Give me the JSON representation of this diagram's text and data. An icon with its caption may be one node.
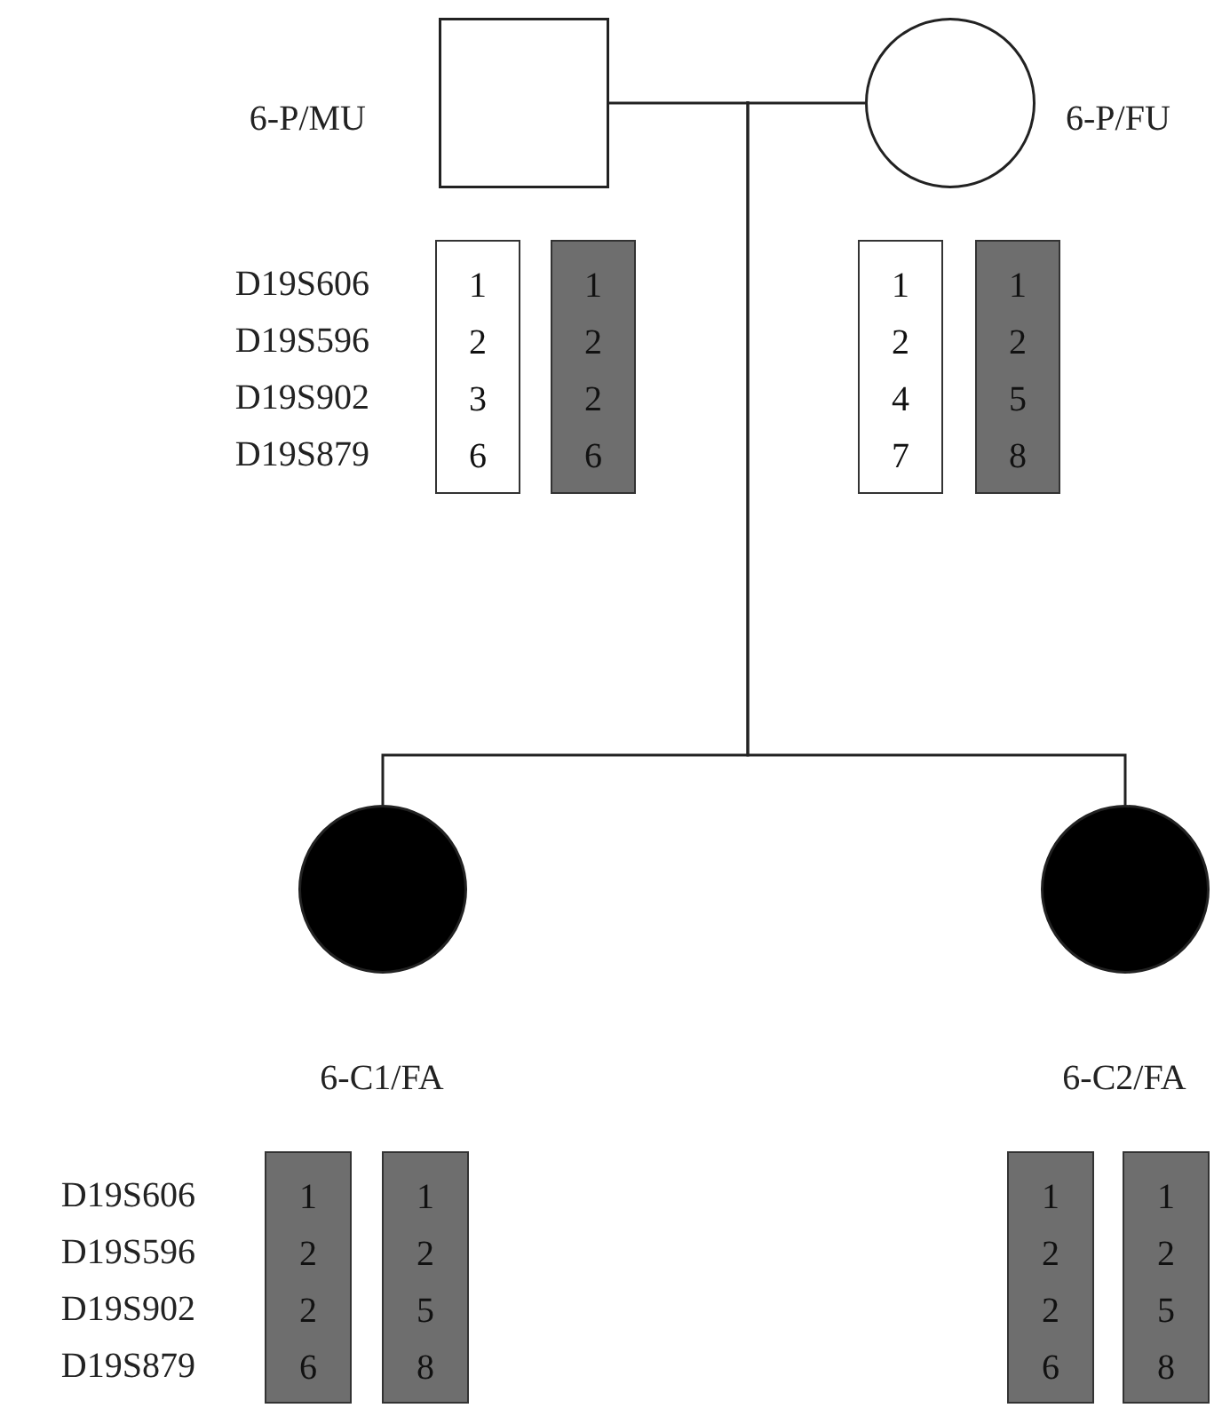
{
  "diagram": {
    "nodes": [
      {
        "text": [],
        "shape": "box",
        "beside": [
          "6-P/MU"
        ]
      },
      {
        "text": [],
        "shape": "circle",
        "beside": [
          "6-P/FU"
        ]
      },
      {
        "text": [
          "1",
          "2",
          "3",
          "6"
        ]
      },
      {
        "text": [
          "1",
          "2",
          "2",
          "6"
        ]
      },
      {
        "text": [
          "1",
          "2",
          "4",
          "7"
        ]
      },
      {
        "text": [
          "1",
          "2",
          "5",
          "8"
        ]
      },
      {
        "text": [],
        "shape": "circle",
        "beside": [
          "6-C1/FA"
        ]
      },
      {
        "text": [],
        "shape": "circle",
        "beside": [
          "6-C2/FA"
        ]
      },
      {
        "text": [
          "1",
          "2",
          "2",
          "6"
        ]
      },
      {
        "text": [
          "1",
          "2",
          "5",
          "8"
        ]
      },
      {
        "text": [
          "1",
          "2",
          "2",
          "6"
        ]
      },
      {
        "text": [
          "1",
          "2",
          "5",
          "8"
        ]
      }
    ],
    "edges": [
      {
        "from": 0,
        "to": 1,
        "arrow": "none"
      },
      {
        "from": null,
        "to": 6,
        "arrow": "none"
      },
      {
        "from": null,
        "to": 7,
        "arrow": "none"
      }
    ],
    "labels": [
      "D19S606",
      "D19S596",
      "D19S902",
      "D19S879",
      "D19S606",
      "D19S596",
      "D19S902",
      "D19S879"
    ]
  }
}
